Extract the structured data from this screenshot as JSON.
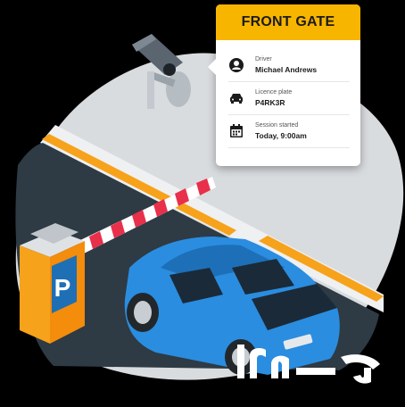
{
  "card": {
    "title": "FRONT GATE",
    "rows": [
      {
        "icon": "user-icon",
        "label": "Driver",
        "value": "Michael Andrews"
      },
      {
        "icon": "car-icon",
        "label": "Licence plate",
        "value": "P4RK3R"
      },
      {
        "icon": "calendar-icon",
        "label": "Session started",
        "value": "Today, 9:00am"
      }
    ]
  },
  "booth": {
    "sign": "P"
  },
  "colors": {
    "background": "#000000",
    "blob": "#d9dcdf",
    "road": "#2e3a44",
    "road_stripe": "#f7a21b",
    "accent": "#f7b500",
    "car": "#2a8de0",
    "barrier_red": "#e8304a",
    "booth_orange": "#f7a21b",
    "sign_blue": "#1f6fb5"
  },
  "watermark": {
    "text": "حراج"
  }
}
